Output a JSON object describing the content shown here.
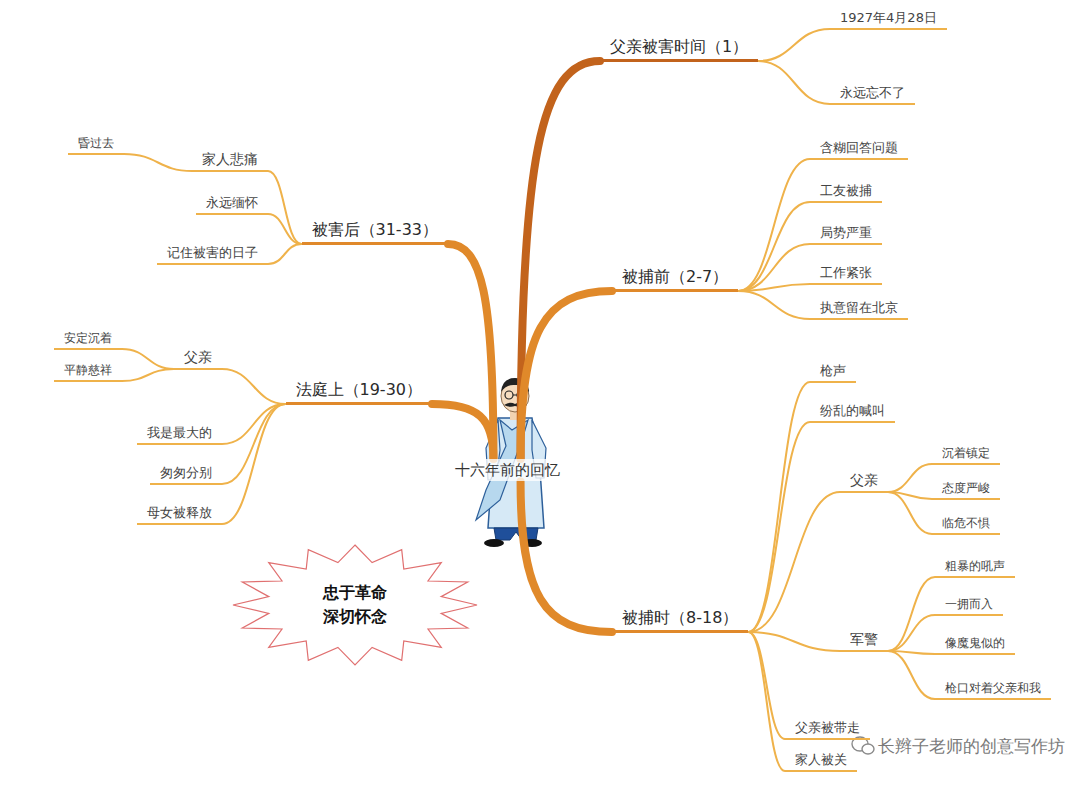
{
  "diagram": {
    "nodes": [
      {
        "text": [
          "十六年前的回忆"
        ]
      },
      {
        "text": [
          "父亲被害时间（1）"
        ]
      },
      {
        "text": [
          "1927年4月28日"
        ]
      },
      {
        "text": [
          "永远忘不了"
        ]
      },
      {
        "text": [
          "被捕前（2-7）"
        ]
      },
      {
        "text": [
          "含糊回答问题"
        ]
      },
      {
        "text": [
          "工友被捕"
        ]
      },
      {
        "text": [
          "局势严重"
        ]
      },
      {
        "text": [
          "工作紧张"
        ]
      },
      {
        "text": [
          "执意留在北京"
        ]
      },
      {
        "text": [
          "被捕时（8-18）"
        ]
      },
      {
        "text": [
          "枪声"
        ]
      },
      {
        "text": [
          "纷乱的喊叫"
        ]
      },
      {
        "text": [
          "父亲"
        ]
      },
      {
        "text": [
          "沉着镇定"
        ]
      },
      {
        "text": [
          "态度严峻"
        ]
      },
      {
        "text": [
          "临危不惧"
        ]
      },
      {
        "text": [
          "军警"
        ]
      },
      {
        "text": [
          "粗暴的吼声"
        ]
      },
      {
        "text": [
          "一拥而入"
        ]
      },
      {
        "text": [
          "像魔鬼似的"
        ]
      },
      {
        "text": [
          "枪口对着父亲和我"
        ]
      },
      {
        "text": [
          "父亲被带走"
        ]
      },
      {
        "text": [
          "家人被关"
        ]
      },
      {
        "text": [
          "法庭上（19-30）"
        ]
      },
      {
        "text": [
          "父亲"
        ]
      },
      {
        "text": [
          "安定沉着"
        ]
      },
      {
        "text": [
          "平静慈祥"
        ]
      },
      {
        "text": [
          "我是最大的"
        ]
      },
      {
        "text": [
          "匆匆分别"
        ]
      },
      {
        "text": [
          "母女被释放"
        ]
      },
      {
        "text": [
          "被害后（31-33）"
        ]
      },
      {
        "text": [
          "家人悲痛"
        ]
      },
      {
        "text": [
          "昏过去"
        ]
      },
      {
        "text": [
          "永远缅怀"
        ]
      },
      {
        "text": [
          "记住被害的日子"
        ]
      },
      {
        "text": [
          "忠于革命 深切怀念"
        ]
      }
    ],
    "edges": [
      {
        "from": 0,
        "to": 1,
        "arrow": "none"
      },
      {
        "from": 1,
        "to": 2,
        "arrow": "none"
      },
      {
        "from": 1,
        "to": 3,
        "arrow": "none"
      },
      {
        "from": 0,
        "to": 4,
        "arrow": "none"
      },
      {
        "from": 4,
        "to": 5,
        "arrow": "none"
      },
      {
        "from": 4,
        "to": 6,
        "arrow": "none"
      },
      {
        "from": 4,
        "to": 7,
        "arrow": "none"
      },
      {
        "from": 4,
        "to": 8,
        "arrow": "none"
      },
      {
        "from": 4,
        "to": 9,
        "arrow": "none"
      },
      {
        "from": 0,
        "to": 10,
        "arrow": "none"
      },
      {
        "from": 10,
        "to": 11,
        "arrow": "none"
      },
      {
        "from": 10,
        "to": 12,
        "arrow": "none"
      },
      {
        "from": 10,
        "to": 13,
        "arrow": "none"
      },
      {
        "from": 13,
        "to": 14,
        "arrow": "none"
      },
      {
        "from": 13,
        "to": 15,
        "arrow": "none"
      },
      {
        "from": 13,
        "to": 16,
        "arrow": "none"
      },
      {
        "from": 10,
        "to": 17,
        "arrow": "none"
      },
      {
        "from": 17,
        "to": 18,
        "arrow": "none"
      },
      {
        "from": 17,
        "to": 19,
        "arrow": "none"
      },
      {
        "from": 17,
        "to": 20,
        "arrow": "none"
      },
      {
        "from": 17,
        "to": 21,
        "arrow": "none"
      },
      {
        "from": 10,
        "to": 22,
        "arrow": "none"
      },
      {
        "from": 10,
        "to": 23,
        "arrow": "none"
      },
      {
        "from": 0,
        "to": 24,
        "arrow": "none"
      },
      {
        "from": 24,
        "to": 25,
        "arrow": "none"
      },
      {
        "from": 25,
        "to": 26,
        "arrow": "none"
      },
      {
        "from": 25,
        "to": 27,
        "arrow": "none"
      },
      {
        "from": 24,
        "to": 28,
        "arrow": "none"
      },
      {
        "from": 24,
        "to": 29,
        "arrow": "none"
      },
      {
        "from": 24,
        "to": 30,
        "arrow": "none"
      },
      {
        "from": 0,
        "to": 31,
        "arrow": "none"
      },
      {
        "from": 31,
        "to": 32,
        "arrow": "none"
      },
      {
        "from": 32,
        "to": 33,
        "arrow": "none"
      },
      {
        "from": 31,
        "to": 34,
        "arrow": "none"
      },
      {
        "from": 31,
        "to": 35,
        "arrow": "none"
      }
    ],
    "labels": [
      "长辫子老师的创意写作坊"
    ]
  }
}
